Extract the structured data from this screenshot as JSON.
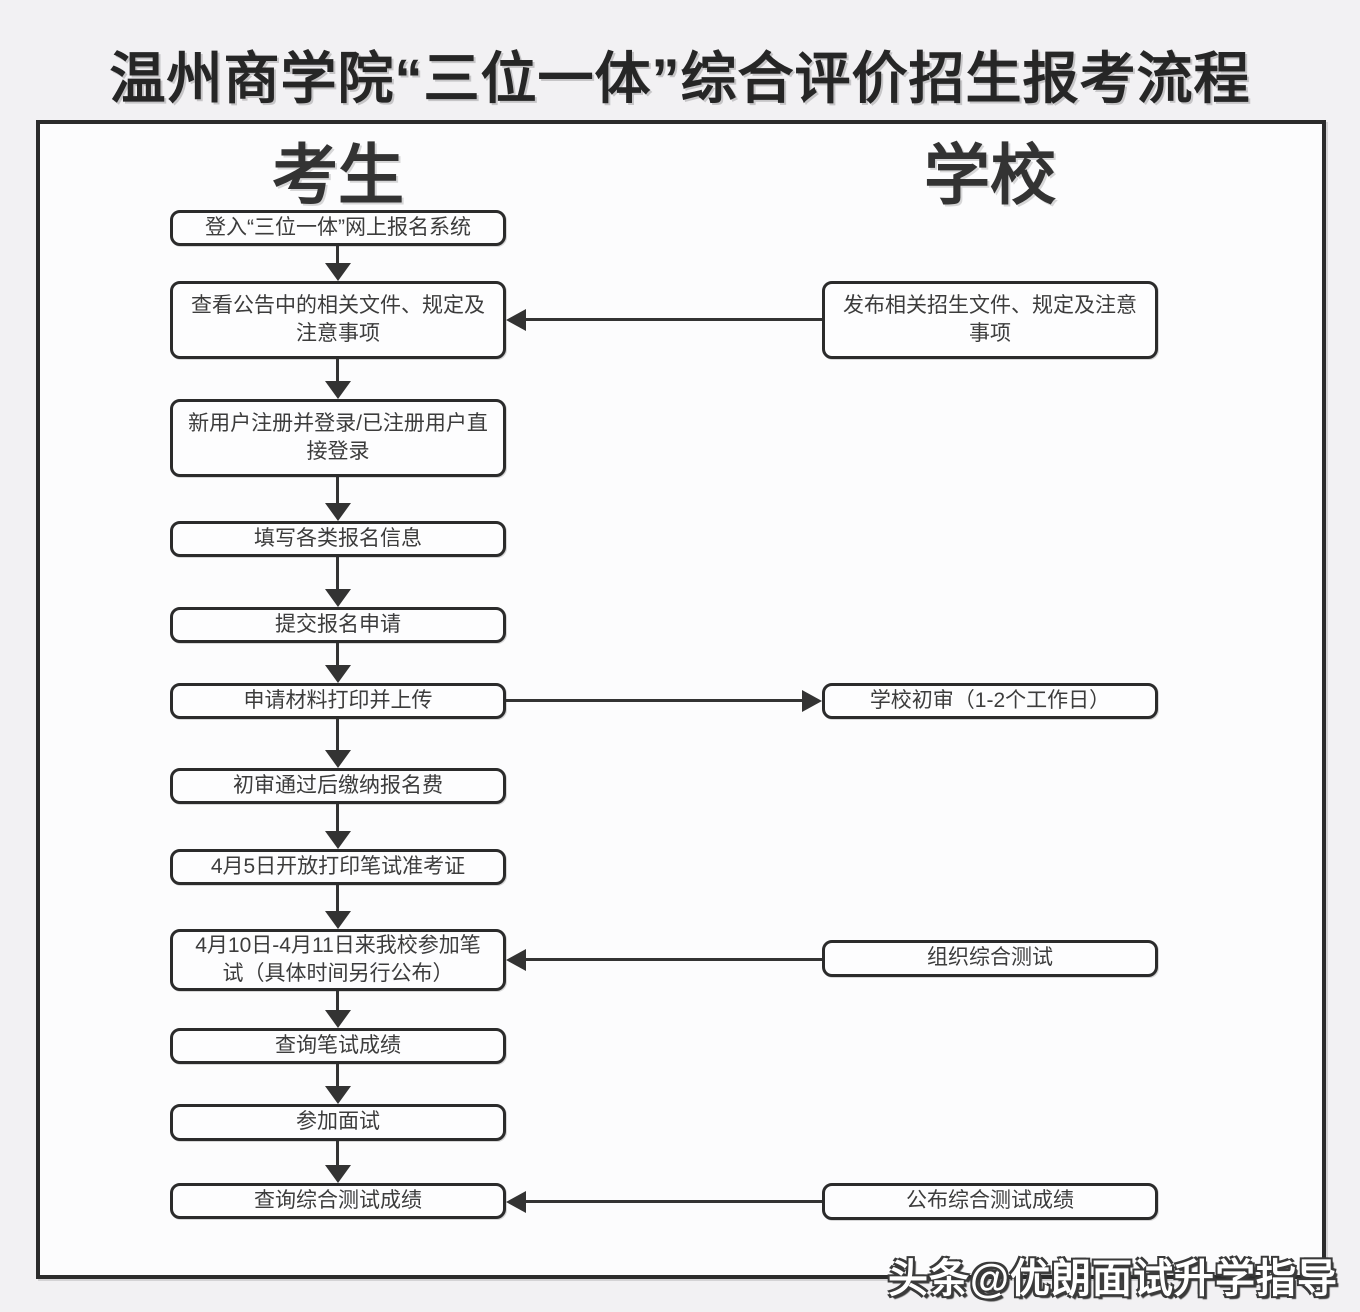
{
  "title": "温州商学院“三位一体”综合评价招生报考流程",
  "columns": {
    "candidate": "考生",
    "school": "学校"
  },
  "candidate_steps": [
    "登入“三位一体”网上报名系统",
    "查看公告中的相关文件、规定及注意事项",
    "新用户注册并登录/已注册用户直接登录",
    "填写各类报名信息",
    "提交报名申请",
    "申请材料打印并上传",
    "初审通过后缴纳报名费",
    "4月5日开放打印笔试准考证",
    "4月10日-4月11日来我校参加笔试（具体时间另行公布）",
    "查询笔试成绩",
    "参加面试",
    "查询综合测试成绩"
  ],
  "school_steps": [
    "发布相关招生文件、规定及注意事项",
    "学校初审（1-2个工作日）",
    "组织综合测试",
    "公布综合测试成绩"
  ],
  "watermark": "头条@优朗面试升学指导",
  "colors": {
    "border": "#2b2b2b",
    "box_text": "#3c3c3c",
    "bg_outer": "#f2f1f3",
    "bg_inner": "#fcfcfd",
    "watermark_fill": "#ffffff",
    "watermark_outline": "#3a3a3a"
  }
}
